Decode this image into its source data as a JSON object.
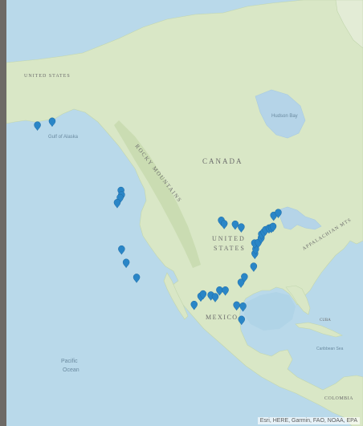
{
  "colors": {
    "ocean": "#b9d9ea",
    "land": "#d9e7c6",
    "land_dark": "#c6d9ac",
    "lake": "#b5d4e8",
    "marker": "#2a86c7",
    "frame": "#6d6a66"
  },
  "labels": {
    "canada": "CANADA",
    "united_states_1": "UNITED",
    "united_states_2": "STATES",
    "mexico": "MEXICO",
    "rocky": "ROCKY MOUNTAINS",
    "appalachian": "APPALACHIAN MTS",
    "pacific_1": "Pacific",
    "pacific_2": "Ocean",
    "colombia": "COLOMBIA",
    "alaska": "UNITED STATES",
    "gulf": "Gulf of Alaska",
    "hudson": "Hudson Bay",
    "caribbean": "Caribbean Sea",
    "cuba": "CUBA"
  },
  "attribution": "Esri, HERE, Garmin, FAO, NOAA, EPA",
  "markers": [
    {
      "name": "alaska-1",
      "lon": -151.5,
      "lat": 60.2
    },
    {
      "name": "alaska-2",
      "lon": -146.4,
      "lat": 60.9
    },
    {
      "name": "wa-1",
      "lon": -122.6,
      "lat": 48.4
    },
    {
      "name": "wa-2",
      "lon": -122.4,
      "lat": 47.6
    },
    {
      "name": "wa-3",
      "lon": -122.9,
      "lat": 47.1
    },
    {
      "name": "or-1",
      "lon": -123.9,
      "lat": 46.2
    },
    {
      "name": "ca-1",
      "lon": -122.4,
      "lat": 37.8
    },
    {
      "name": "ca-2",
      "lon": -120.8,
      "lat": 35.4
    },
    {
      "name": "ca-3",
      "lon": -117.2,
      "lat": 32.7
    },
    {
      "name": "tx-1",
      "lon": -97.3,
      "lat": 27.8
    },
    {
      "name": "tx-2",
      "lon": -95.0,
      "lat": 29.3
    },
    {
      "name": "tx-3",
      "lon": -94.2,
      "lat": 29.7
    },
    {
      "name": "la-1",
      "lon": -91.5,
      "lat": 29.5
    },
    {
      "name": "la-2",
      "lon": -90.0,
      "lat": 29.2
    },
    {
      "name": "ms-1",
      "lon": -88.5,
      "lat": 30.4
    },
    {
      "name": "fl-1",
      "lon": -86.5,
      "lat": 30.4
    },
    {
      "name": "fl-2",
      "lon": -82.6,
      "lat": 27.7
    },
    {
      "name": "fl-3",
      "lon": -80.9,
      "lat": 25.1
    },
    {
      "name": "fl-4",
      "lon": -80.4,
      "lat": 27.5
    },
    {
      "name": "ga-1",
      "lon": -81.1,
      "lat": 31.8
    },
    {
      "name": "sc-1",
      "lon": -79.9,
      "lat": 32.8
    },
    {
      "name": "nc-1",
      "lon": -76.7,
      "lat": 34.7
    },
    {
      "name": "va-1",
      "lon": -76.3,
      "lat": 37.0
    },
    {
      "name": "va-2",
      "lon": -76.0,
      "lat": 37.8
    },
    {
      "name": "md-1",
      "lon": -76.4,
      "lat": 38.9
    },
    {
      "name": "de-1",
      "lon": -75.1,
      "lat": 39.0
    },
    {
      "name": "nj-1",
      "lon": -74.1,
      "lat": 39.8
    },
    {
      "name": "nj-2",
      "lon": -74.0,
      "lat": 40.5
    },
    {
      "name": "ny-1",
      "lon": -73.2,
      "lat": 40.9
    },
    {
      "name": "ct-1",
      "lon": -72.6,
      "lat": 41.3
    },
    {
      "name": "ri-1",
      "lon": -71.4,
      "lat": 41.6
    },
    {
      "name": "ma-1",
      "lon": -70.6,
      "lat": 41.7
    },
    {
      "name": "ma-2",
      "lon": -70.0,
      "lat": 41.9
    },
    {
      "name": "me-1",
      "lon": -69.8,
      "lat": 43.9
    },
    {
      "name": "me-2",
      "lon": -68.2,
      "lat": 44.4
    },
    {
      "name": "gl-1",
      "lon": -87.9,
      "lat": 43.0
    },
    {
      "name": "gl-2",
      "lon": -86.9,
      "lat": 42.4
    },
    {
      "name": "gl-3",
      "lon": -83.1,
      "lat": 42.3
    },
    {
      "name": "gl-4",
      "lon": -81.0,
      "lat": 41.8
    }
  ]
}
